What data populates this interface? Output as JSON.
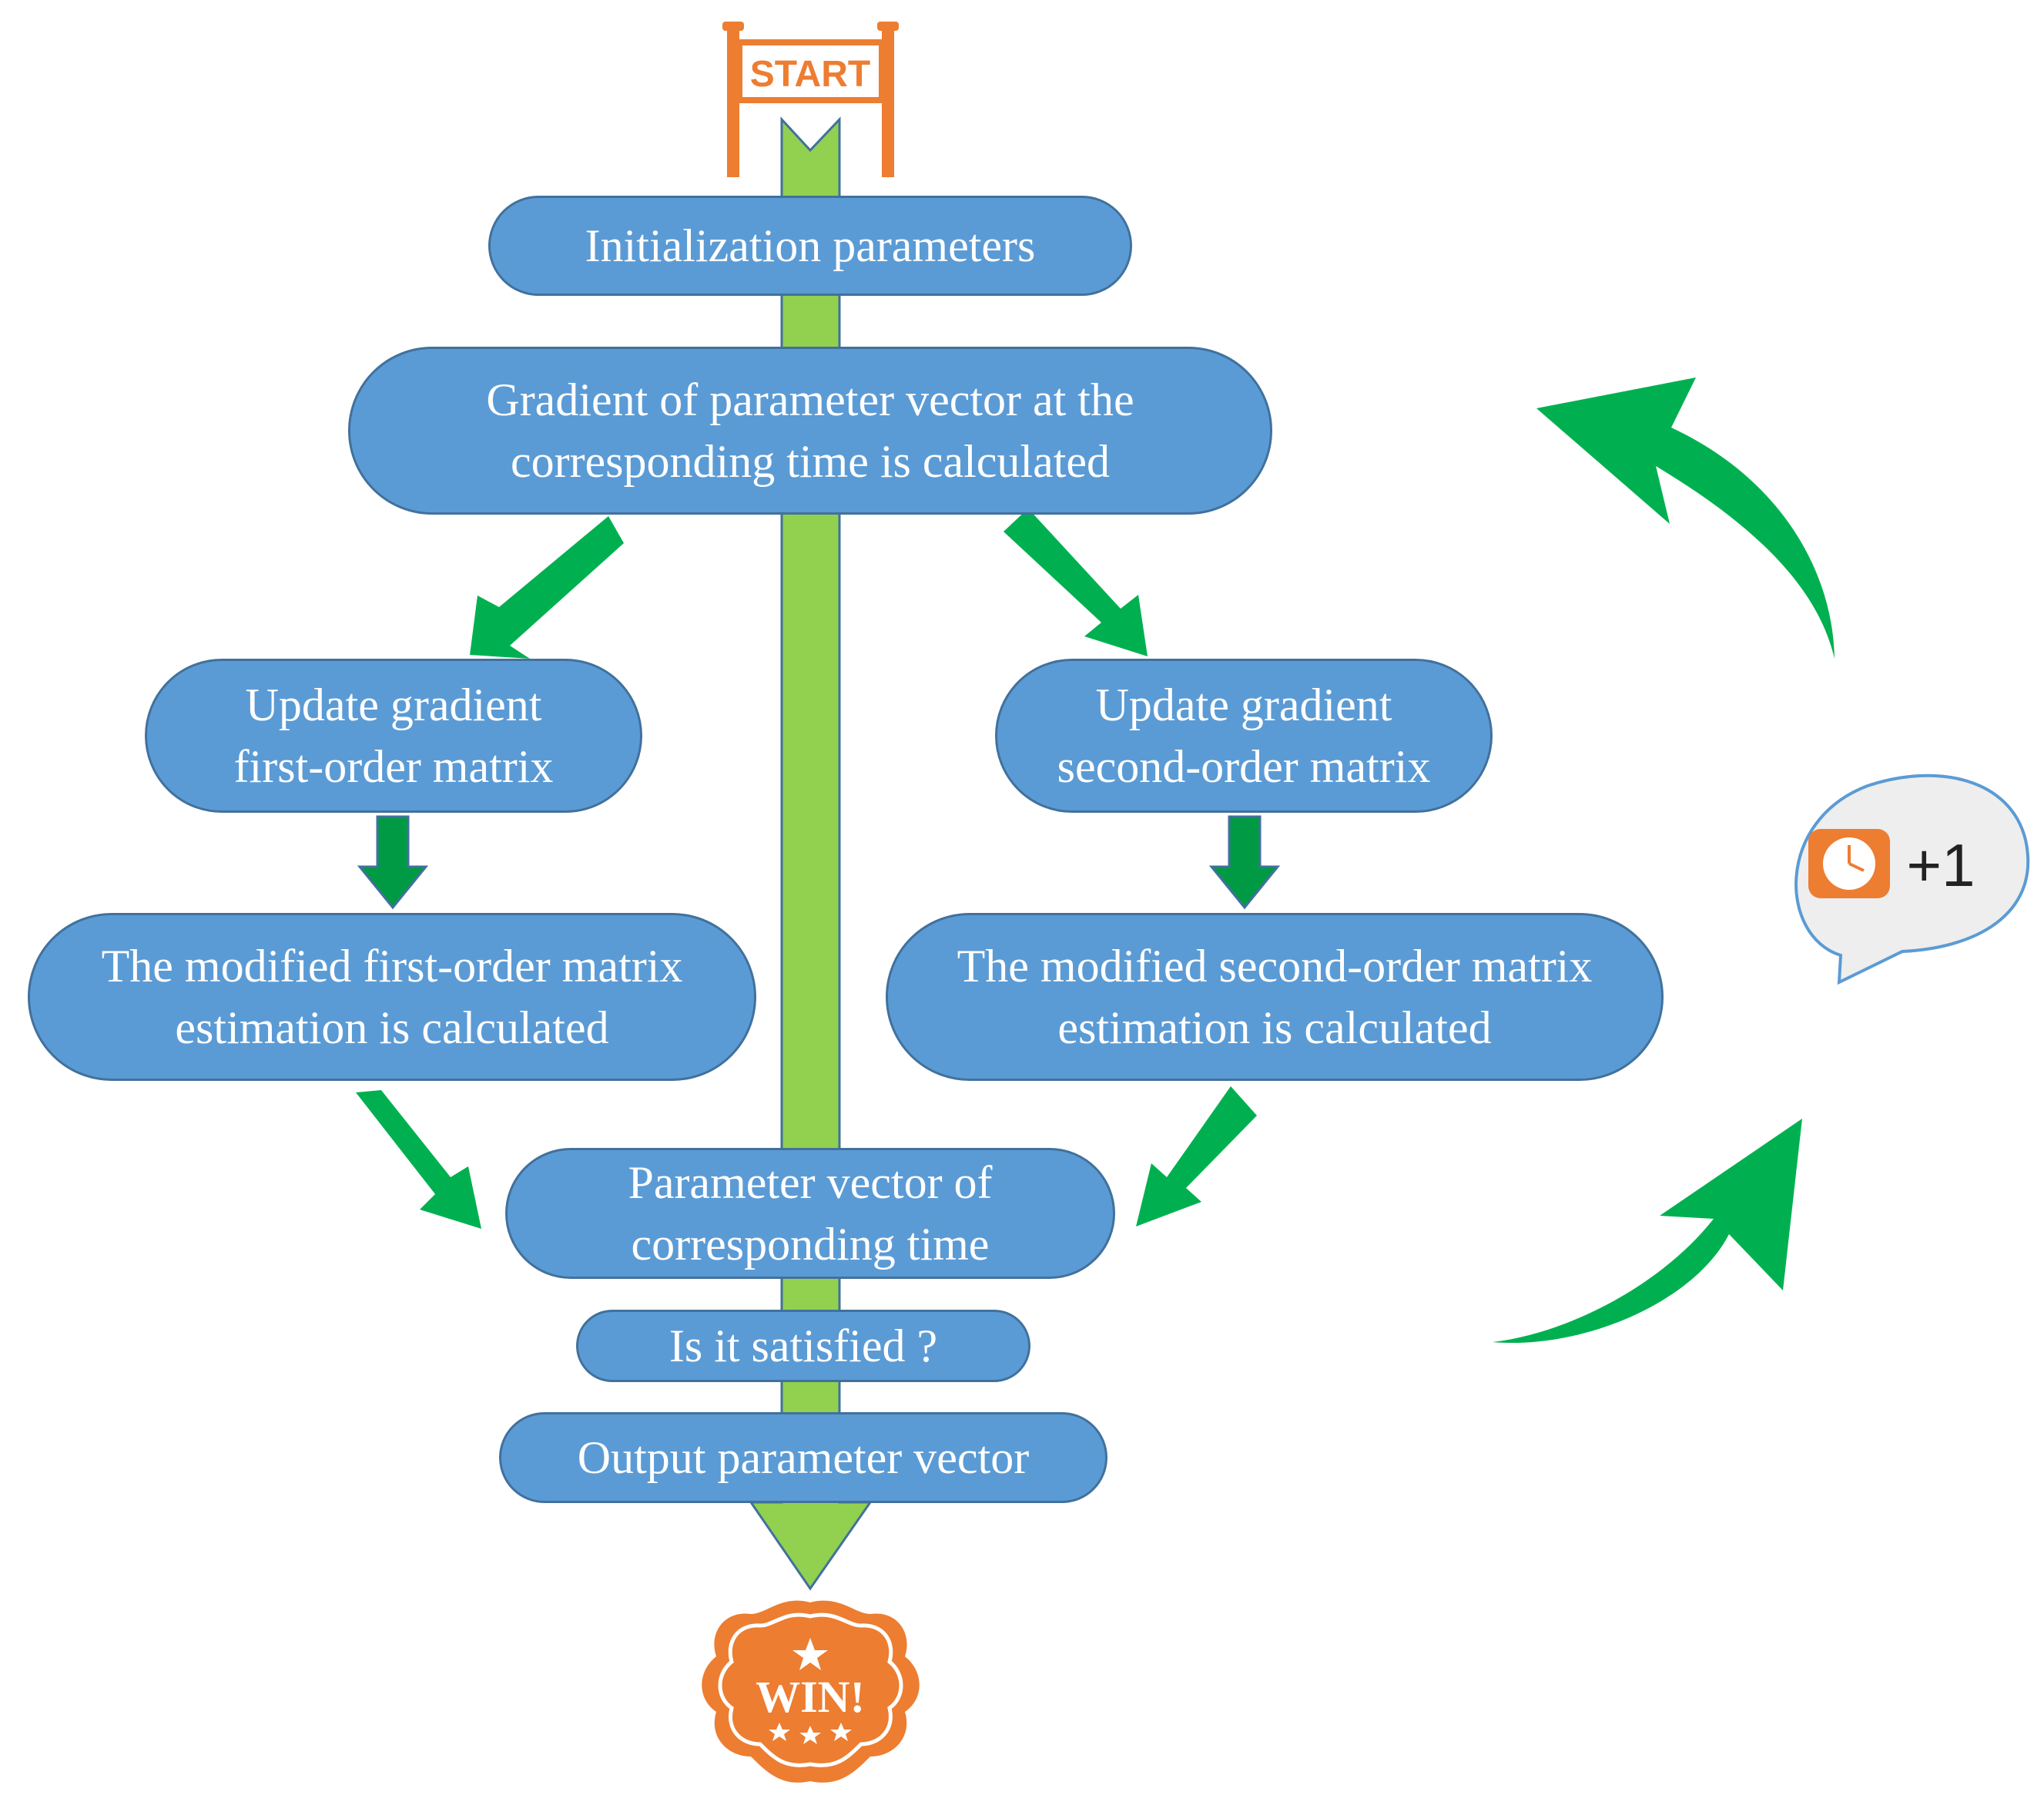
{
  "start": {
    "label": "START"
  },
  "nodes": {
    "init": {
      "line1": "Initialization parameters"
    },
    "gradient": {
      "line1": "Gradient of parameter vector at the",
      "line2": "corresponding time is calculated"
    },
    "first_update": {
      "line1": "Update gradient",
      "line2": "first-order matrix"
    },
    "second_update": {
      "line1": "Update gradient",
      "line2": "second-order matrix"
    },
    "first_modified": {
      "line1": "The modified first-order matrix",
      "line2": "estimation is calculated"
    },
    "second_modified": {
      "line1": "The modified second-order matrix",
      "line2": "estimation is calculated"
    },
    "param_vector": {
      "line1": "Parameter vector of",
      "line2": "corresponding time"
    },
    "check": {
      "line1": "Is it satisfied ?"
    },
    "output": {
      "line1": "Output parameter vector"
    }
  },
  "loop_bubble": {
    "icon": "clock-icon",
    "increment": "+1"
  },
  "finish": {
    "label": "WIN!"
  },
  "colors": {
    "node_fill": "#5b9bd5",
    "node_border": "#41719c",
    "trunk": "#92d050",
    "arrow_green": "#00b050",
    "arrow_dark_green": "#009a44",
    "orange": "#ed7d31"
  }
}
